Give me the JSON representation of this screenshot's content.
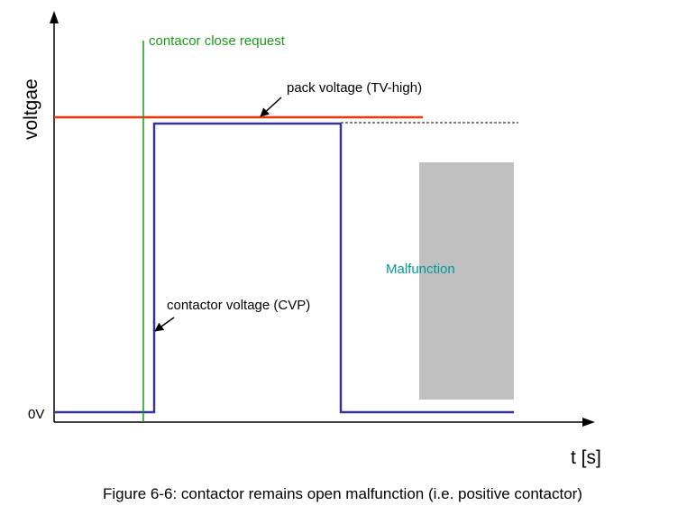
{
  "labels": {
    "y_axis": "voltgae",
    "x_axis": "t [s]",
    "zero": "0V",
    "close_request": "contacor close request",
    "pack_voltage": "pack voltage (TV-high)",
    "contactor_voltage": "contactor voltage (CVP)",
    "malfunction": "Malfunction"
  },
  "caption": "Figure 6-6: contactor remains open malfunction (i.e. positive contactor)",
  "colors": {
    "axis": "#000000",
    "close_request": "#1a9a1a",
    "pack_voltage": "#ff3300",
    "contactor_voltage": "#333399",
    "malfunction_box": "#c0c0c0",
    "malfunction_text": "#009999"
  }
}
